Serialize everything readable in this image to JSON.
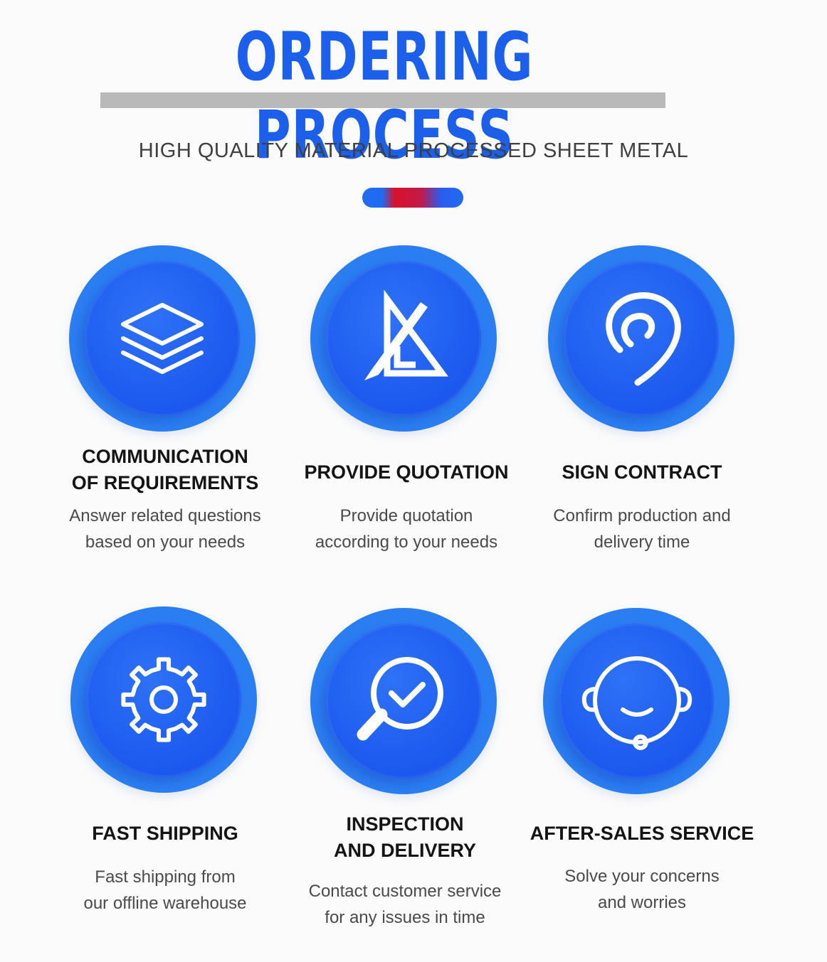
{
  "header": {
    "title": "ORDERING PROCESS",
    "subtitle": "HIGH QUALITY MATERIAL PROCESSED SHEET METAL"
  },
  "colors": {
    "brand_blue": "#1b5fea",
    "circle_blue": "#2b7ef2",
    "accent_red": "#d8112a"
  },
  "steps": [
    {
      "icon": "layers-icon",
      "title": "COMMUNICATION\nOF REQUIREMENTS",
      "description": "Answer related questions\nbased on your needs"
    },
    {
      "icon": "ruler-pencil-icon",
      "title": "PROVIDE QUOTATION",
      "description": "Provide quotation\naccording to your needs"
    },
    {
      "icon": "signature-icon",
      "title": "SIGN CONTRACT",
      "description": "Confirm production and\ndelivery time"
    },
    {
      "icon": "gear-icon",
      "title": "FAST SHIPPING",
      "description": "Fast shipping from\nour offline warehouse"
    },
    {
      "icon": "magnifier-check-icon",
      "title": "INSPECTION\nAND DELIVERY",
      "description": "Contact customer service\nfor any issues in time"
    },
    {
      "icon": "headset-icon",
      "title": "AFTER-SALES SERVICE",
      "description": "Solve your concerns\nand worries"
    }
  ]
}
